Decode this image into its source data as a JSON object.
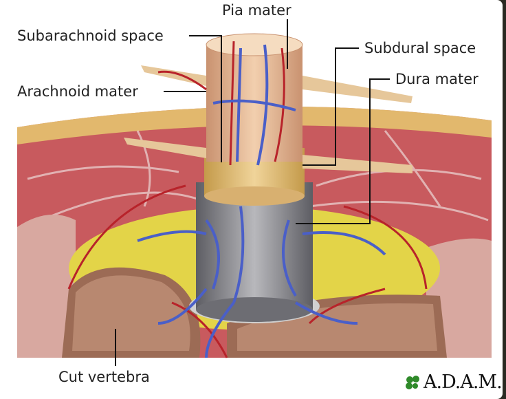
{
  "labels": {
    "pia_mater": "Pia mater",
    "subarachnoid_space": "Subarachnoid space",
    "subdural_space": "Subdural space",
    "dura_mater": "Dura mater",
    "arachnoid_mater": "Arachnoid mater",
    "cut_vertebra": "Cut vertebra"
  },
  "logo": {
    "text": "A.D.A.M.",
    "color": "#2f8a2a"
  },
  "colors": {
    "muscle": "#c85a5e",
    "fat": "#e3d448",
    "vein": "#4a5fc8",
    "artery": "#b8232a",
    "bone": "#9c6b55",
    "dura": "#8c8c92",
    "cord": "#e8b890"
  }
}
